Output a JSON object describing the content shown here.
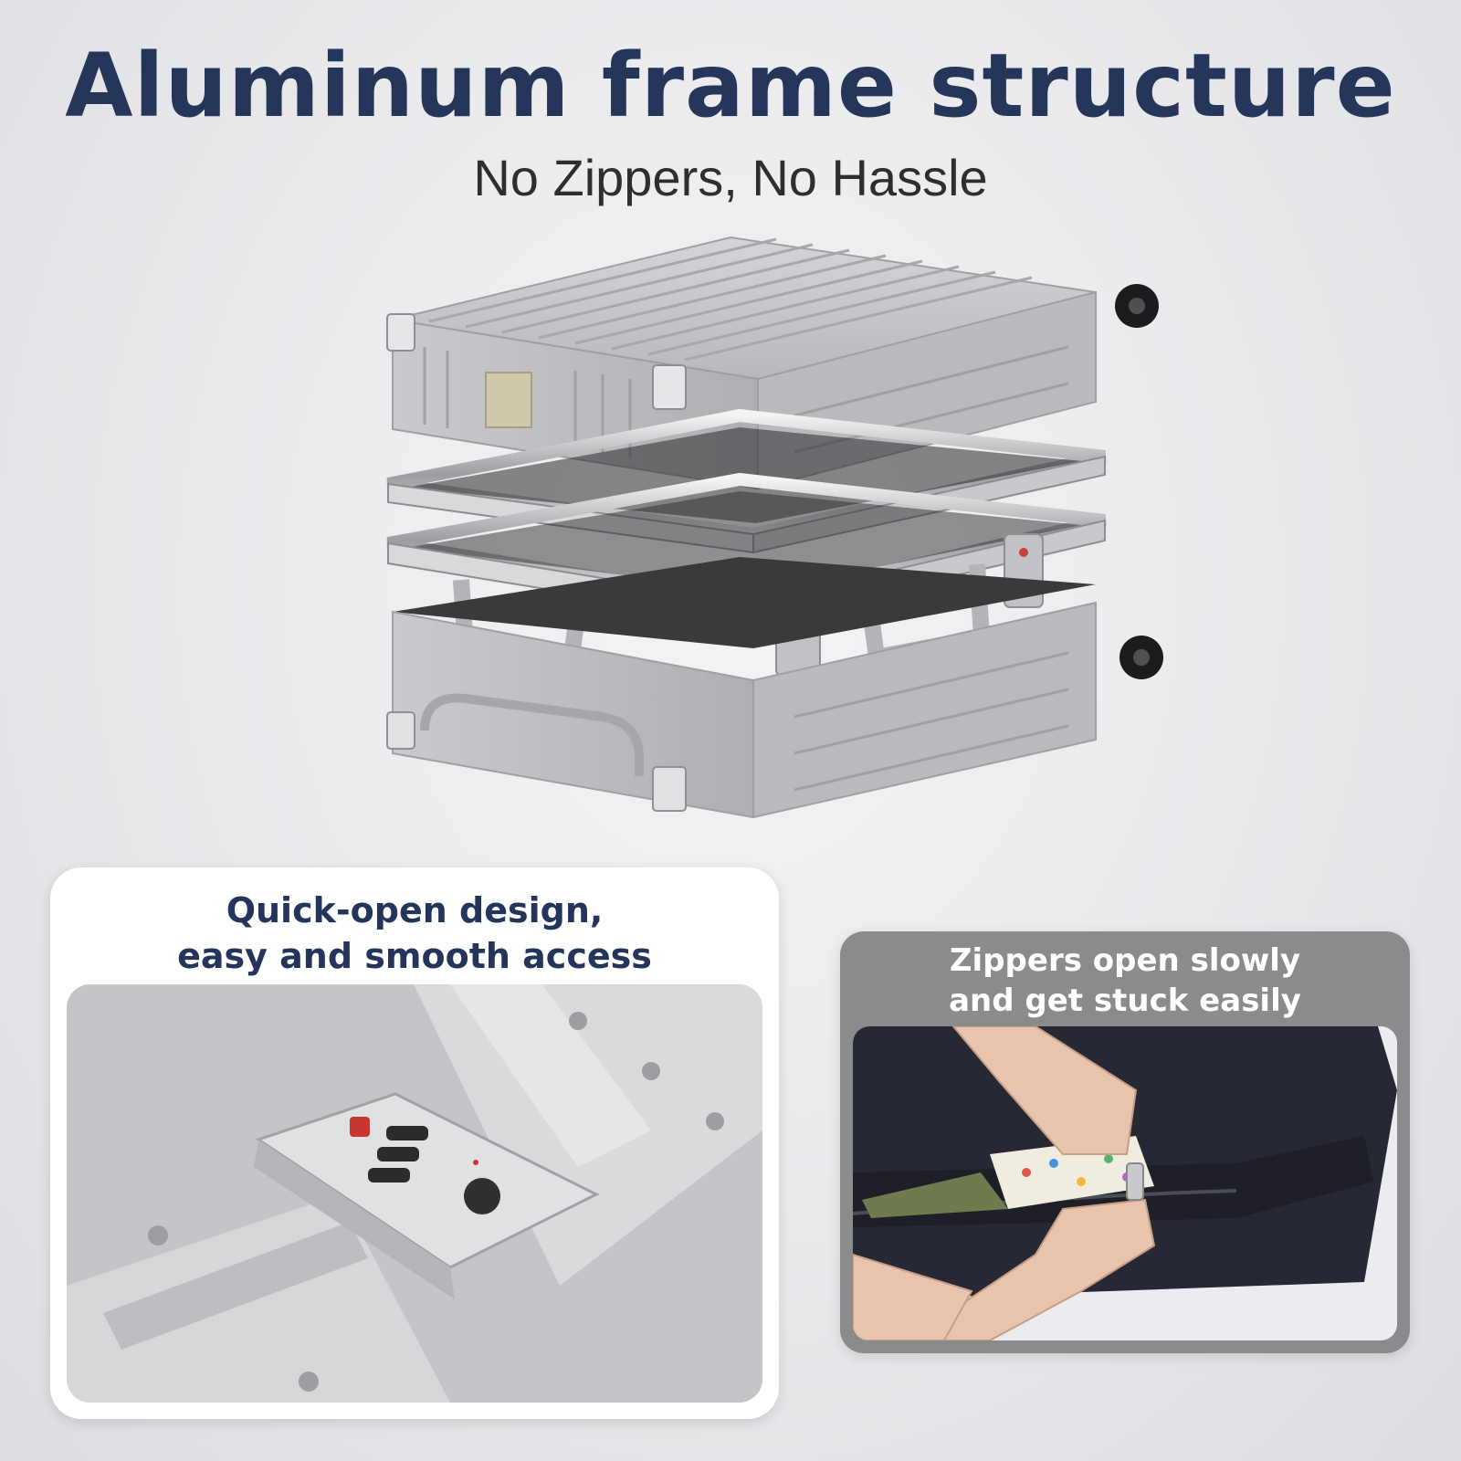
{
  "header": {
    "title": "Aluminum frame structure",
    "subtitle": "No Zippers, No Hassle"
  },
  "left_panel": {
    "caption_line1": "Quick-open design,",
    "caption_line2": "easy and smooth access"
  },
  "right_panel": {
    "caption_line1": "Zippers open slowly",
    "caption_line2": "and get stuck easily"
  },
  "colors": {
    "headline": "#26365a",
    "subtitle": "#2e2e30",
    "panel_right_bg": "#8b8b8d",
    "luggage_silver": "#c6c7ca"
  },
  "images": {
    "hero": "exploded-aluminum-suitcase",
    "left_photo": "tsa-combination-lock-closeup",
    "right_photo": "hands-struggling-with-zipper-suitcase"
  }
}
